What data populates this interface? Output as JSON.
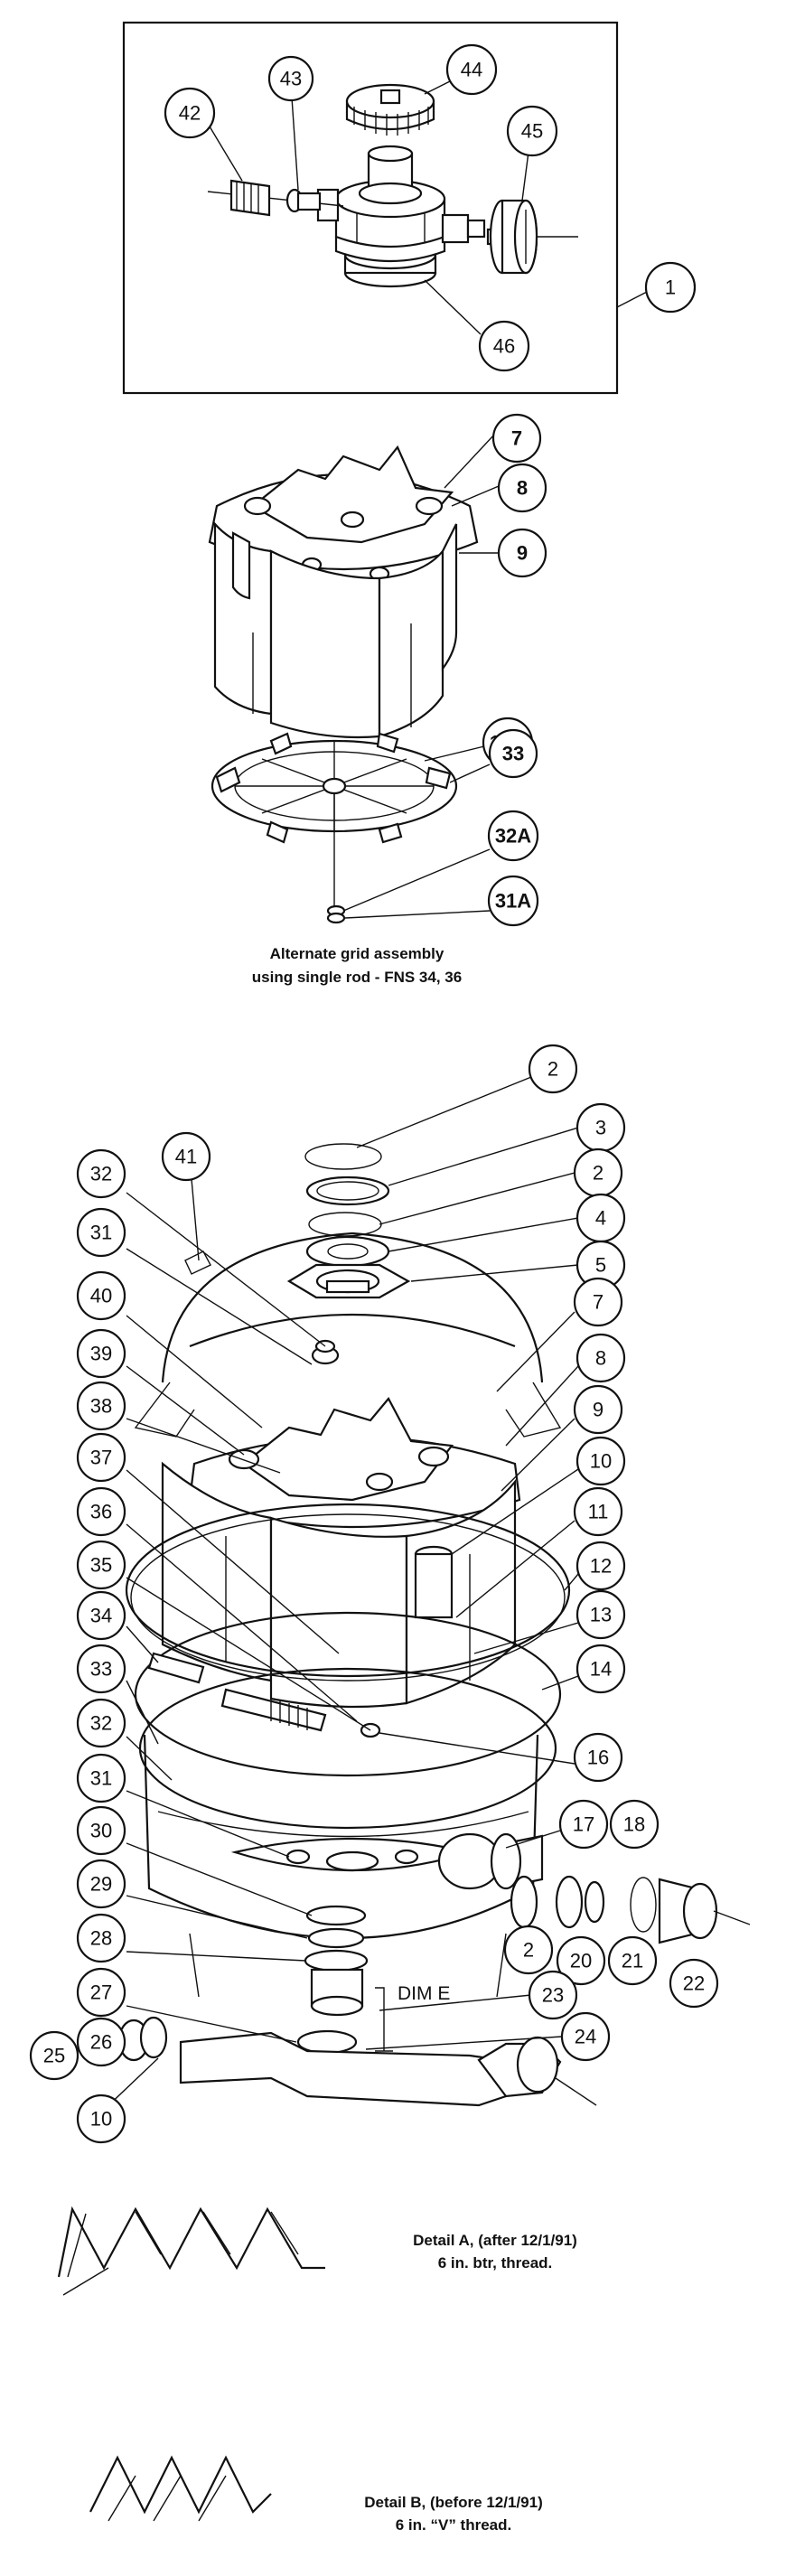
{
  "kit": {
    "labels": [
      "42",
      "43",
      "44",
      "45",
      "46",
      "1"
    ]
  },
  "grid": {
    "labels": [
      "7",
      "8",
      "9",
      "16A",
      "33",
      "32A",
      "31A"
    ],
    "caption_line1": "Alternate grid assembly",
    "caption_line2": "using single rod - FNS 34, 36"
  },
  "main": {
    "labels": [
      "2",
      "3",
      "2",
      "4",
      "5",
      "32",
      "41",
      "31",
      "40",
      "39",
      "38",
      "37",
      "36",
      "35",
      "34",
      "33",
      "32",
      "31",
      "30",
      "29",
      "28",
      "27",
      "26",
      "25",
      "10",
      "7",
      "8",
      "9",
      "10",
      "11",
      "12",
      "13",
      "14",
      "16",
      "17",
      "18",
      "2",
      "20",
      "21",
      "22",
      "23",
      "24"
    ],
    "dim_label": "DIM E"
  },
  "details": [
    {
      "line1": "Detail A, (after 12/1/91)",
      "line2": "6 in. btr, thread."
    },
    {
      "line1": "Detail B, (before 12/1/91)",
      "line2": "6 in. “V” thread."
    }
  ]
}
